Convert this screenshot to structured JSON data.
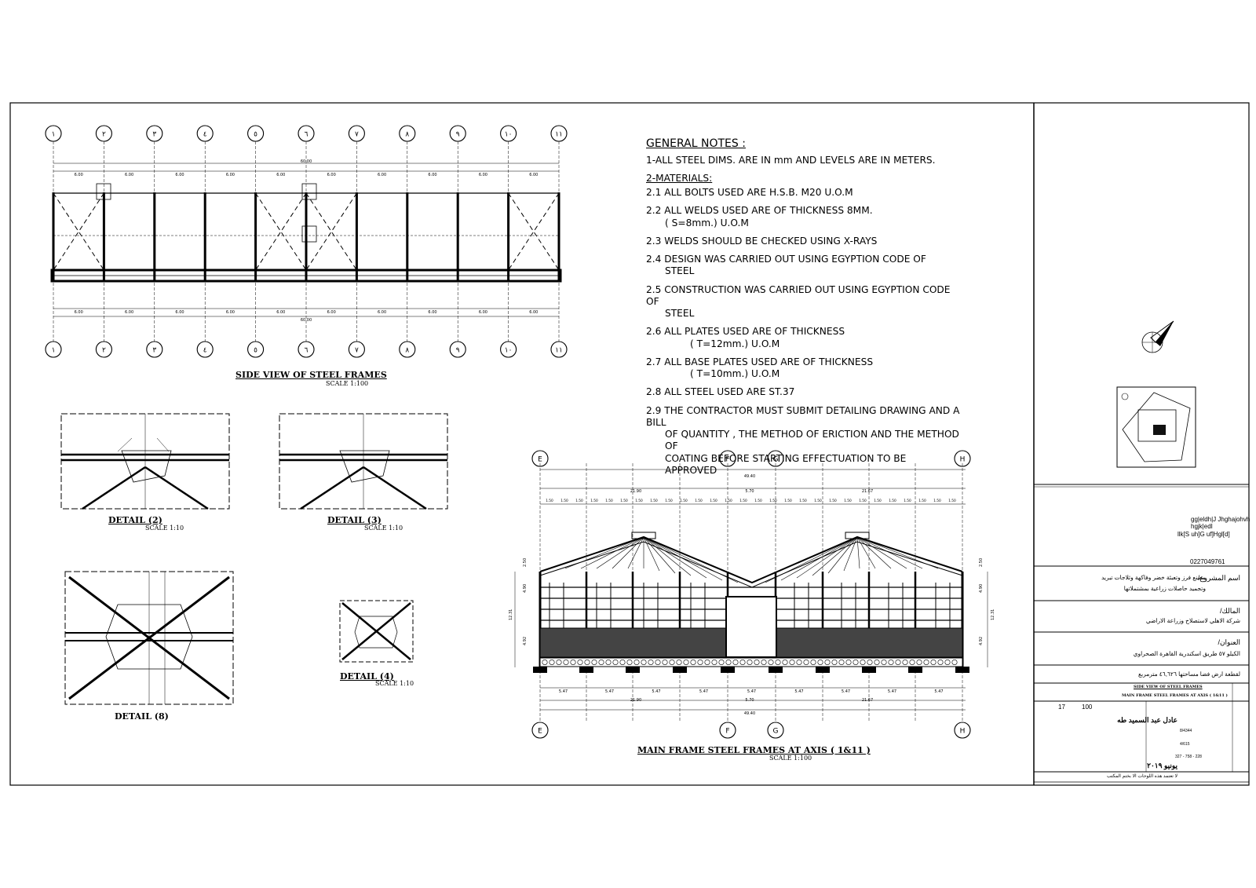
{
  "grid_bubbles_top": [
    "١",
    "٢",
    "٣",
    "٤",
    "٥",
    "٦",
    "٧",
    "٨",
    "٩",
    "١٠",
    "١١"
  ],
  "grid_bubbles_frame": [
    "E",
    "F",
    "G",
    "H"
  ],
  "side_view": {
    "title": "SIDE VIEW OF STEEL FRAMES",
    "scale": "SCALE    1:100",
    "bay_dim": "6.00",
    "total_dim": "60.00"
  },
  "general_notes": {
    "title": "GENERAL NOTES :",
    "n1": "1-ALL STEEL DIMS. ARE IN mm AND LEVELS ARE IN METERS.",
    "n2": "2-MATERIALS:",
    "n21": "2.1  ALL BOLTS USED ARE H.S.B. M20 U.O.M",
    "n22a": "2.2  ALL WELDS USED ARE OF THICKNESS 8MM.",
    "n22b": "( S=8mm.) U.O.M",
    "n23": "2.3  WELDS SHOULD BE CHECKED USING X-RAYS",
    "n24a": "2.4    DESIGN WAS CARRIED OUT USING    EGYPTION CODE OF",
    "n24b": "STEEL",
    "n25a": "2.5    CONSTRUCTION WAS CARRIED OUT USING    EGYPTION CODE OF",
    "n25b": "STEEL",
    "n26a": "2.6   ALL   PLATES USED ARE OF THICKNESS",
    "n26b": "( T=12mm.) U.O.M",
    "n27a": "2.7   ALL BASE PLATES USED ARE OF THICKNESS",
    "n27b": "( T=10mm.) U.O.M",
    "n28": "2.8   ALL STEEL USED ARE ST.37",
    "n29a": "2.9  THE CONTRACTOR MUST SUBMIT DETAILING DRAWING AND A BILL",
    "n29b": "OF QUANTITY , THE METHOD OF ERICTION AND THE METHOD OF",
    "n29c": "COATING BEFORE STARTING EFFECTUATION TO BE APPROVED"
  },
  "details": {
    "d2": "DETAIL (2)",
    "d3": "DETAIL (3)",
    "d4": "DETAIL (4)",
    "d8": "DETAIL (8)",
    "scale": "SCALE 1:10"
  },
  "main_frame": {
    "title": "MAIN FRAME STEEL FRAMES AT AXIS ( 1&11 )",
    "scale": "SCALE    1:100",
    "overall": "49.40",
    "left_span": "21.90",
    "mid_span": "5.70",
    "right_span": "21.67",
    "bay": "5.47",
    "subdiv": "1.50",
    "h_total": "12.31",
    "h_upper": "4.90",
    "h_lower": "4.92",
    "h_top": "2.50"
  },
  "title_block": {
    "garbled1": "gg|eldh|J Jhghajohvh",
    "garbled2": "hgjk|edI",
    "garbled3": "llk[S uh]G uf]Hgl[d]",
    "phone": "0227049761",
    "project_label": "اسم المشروع/",
    "project_text1": "مصنع فرز وتعبئة خضر وفاكهة وثلاجات تبريد",
    "project_text2": "وتجميد حاصلات زراعية بمشتملاتها",
    "owner_label": "المالك/",
    "owner_text": "شركة الاهلي لاستصلاح وزراعة الاراضي",
    "address_label": "العنوان/",
    "address_text": "الكيلو ٥٧ طريق اسكندرية القاهرة الصحراوي",
    "land_text": "لقطعة ارض فضا مساحتها ٤٦,٦٢٦ مترمربع",
    "sheet_title1": "SIDE VIEW OF STEEL FRAMES",
    "sheet_title2": "MAIN FRAME STEEL FRAMES AT AXIS ( 1&11 )",
    "sheet_no": "17",
    "sheet_scale": "100",
    "engineer": "عادل عبد السميد طه",
    "reg1": "8/4344",
    "reg2": "4/615",
    "reg3": "327 - 758 - 228",
    "date": "يونيو ٢٠١٩",
    "footer": "لا تعتمد هذه اللوحات الا بختم المكتب"
  }
}
